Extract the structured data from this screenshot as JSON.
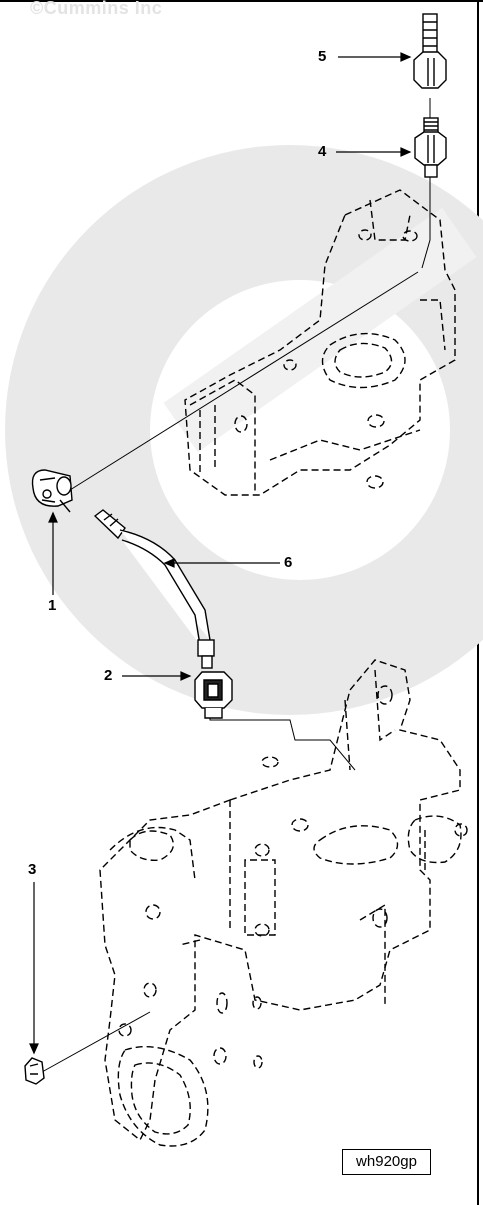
{
  "copyright": "©Cummins Inc",
  "figure_id": "wh920gp",
  "callouts": [
    "1",
    "2",
    "3",
    "4",
    "5",
    "6"
  ],
  "colors": {
    "line": "#000000",
    "watermark": "#e6e6e6",
    "background": "#ffffff"
  }
}
